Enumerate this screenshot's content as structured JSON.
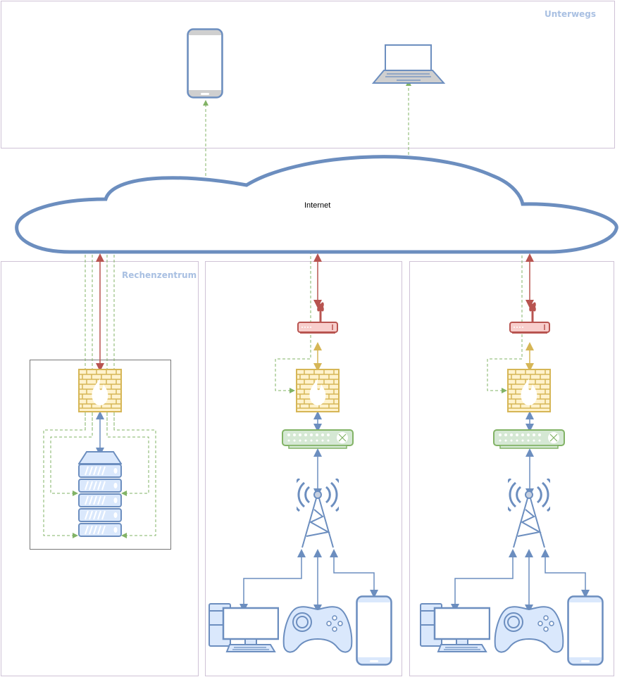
{
  "zones": {
    "unterwegs": {
      "label": "Unterwegs"
    },
    "rechenzentrum": {
      "label": "Rechenzentrum"
    },
    "home_1": {
      "label": ""
    },
    "home_2": {
      "label": ""
    }
  },
  "cloud": {
    "label": "Internet"
  },
  "colors": {
    "device_blue": "#6c8ebf",
    "device_fill": "#dae8fc",
    "firewall": "#d6b656",
    "firewall_fill": "#fff2cc",
    "router": "#b85450",
    "router_fill": "#f8cecc",
    "switch": "#82b366",
    "switch_fill": "#d5e8d4",
    "dashed_link": "#82b366",
    "zone_border": "#cfc2d6",
    "zone_label": "#a9c0e2"
  },
  "nodes": [
    {
      "id": "mobile-phone-unterwegs",
      "type": "smartphone",
      "zone": "unterwegs"
    },
    {
      "id": "laptop-unterwegs",
      "type": "laptop",
      "zone": "unterwegs"
    },
    {
      "id": "internet",
      "type": "cloud"
    },
    {
      "id": "firewall-rz",
      "type": "firewall",
      "zone": "rechenzentrum"
    },
    {
      "id": "server-rack-rz",
      "type": "server-rack",
      "zone": "rechenzentrum"
    },
    {
      "id": "router-home-1",
      "type": "wireless-router",
      "zone": "home_1"
    },
    {
      "id": "firewall-home-1",
      "type": "firewall",
      "zone": "home_1"
    },
    {
      "id": "switch-home-1",
      "type": "switch",
      "zone": "home_1"
    },
    {
      "id": "access-point-home-1",
      "type": "radio-tower",
      "zone": "home_1"
    },
    {
      "id": "pc-home-1",
      "type": "desktop-pc",
      "zone": "home_1"
    },
    {
      "id": "gamepad-home-1",
      "type": "game-controller",
      "zone": "home_1"
    },
    {
      "id": "tablet-home-1",
      "type": "smartphone",
      "zone": "home_1"
    },
    {
      "id": "router-home-2",
      "type": "wireless-router",
      "zone": "home_2"
    },
    {
      "id": "firewall-home-2",
      "type": "firewall",
      "zone": "home_2"
    },
    {
      "id": "switch-home-2",
      "type": "switch",
      "zone": "home_2"
    },
    {
      "id": "access-point-home-2",
      "type": "radio-tower",
      "zone": "home_2"
    },
    {
      "id": "pc-home-2",
      "type": "desktop-pc",
      "zone": "home_2"
    },
    {
      "id": "gamepad-home-2",
      "type": "game-controller",
      "zone": "home_2"
    },
    {
      "id": "tablet-home-2",
      "type": "smartphone",
      "zone": "home_2"
    }
  ]
}
